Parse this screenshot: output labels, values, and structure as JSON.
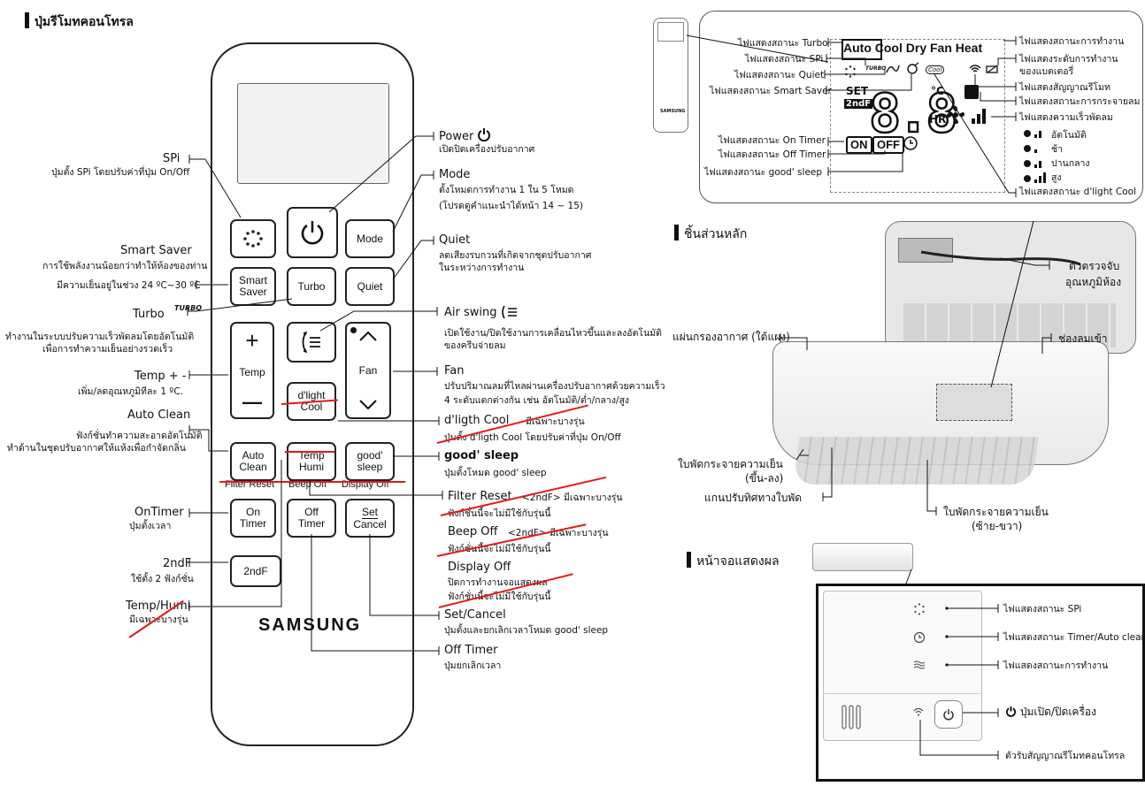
{
  "remote_section": {
    "heading": "ปุ่มรีโมทคอนโทรล",
    "buttons": {
      "mode": "Mode",
      "smart_saver_1": "Smart",
      "smart_saver_2": "Saver",
      "turbo": "Turbo",
      "quiet": "Quiet",
      "temp": "Temp",
      "plus": "+",
      "minus": "—",
      "fan": "Fan",
      "dlight_1": "d'light",
      "dlight_2": "Cool",
      "auto_clean_1": "Auto",
      "auto_clean_2": "Clean",
      "temp_humi_1": "Temp",
      "temp_humi_2": "Humi",
      "good_sleep_1": "good'",
      "good_sleep_2": "sleep",
      "filter_reset": "Filter Reset",
      "beep_off": "Beep Off",
      "display_off": "Display Off",
      "on_timer_1": "On",
      "on_timer_2": "Timer",
      "off_timer_1": "Off",
      "off_timer_2": "Timer",
      "set": "Set",
      "cancel": "Cancel",
      "second_f": "2ndF"
    },
    "brand": "SAMSUNG",
    "left_labels": [
      {
        "title": "SPi",
        "desc": "ปุ่มตั้ง SPi โดยปรับค่าที่ปุ่ม On/Off"
      },
      {
        "title": "Smart Saver",
        "desc": "การใช้พลังงานน้อยกว่าทำให้ห้องของท่าน",
        "desc2": "มีความเย็นอยู่ในช่วง 24 ºC~30 ºC"
      },
      {
        "title": "Turbo",
        "desc": "ทำงานในระบบปรับความเร็วพัดลมโดยอัตโนมัติ",
        "desc2": "เพื่อการทำความเย็นอย่างรวดเร็ว"
      },
      {
        "title": "Temp + -",
        "desc": "เพิ่ม/ลดอุณหภูมิทีละ 1 ºC."
      },
      {
        "title": "Auto Clean",
        "desc": "ฟังก์ชั่นทำความสะอาดอัตโนมัติ",
        "desc2": "ทำด้านในชุดปรับอากาศให้แห้งเพื่อกำจัดกลิ่น"
      },
      {
        "title": "OnTimer",
        "desc": "ปุ่มตั้งเวลา"
      },
      {
        "title": "2ndF",
        "desc": "ใช้ตั้ง 2 ฟังก์ชั่น"
      },
      {
        "title": "Temp/Humi",
        "desc": "มีเฉพาะบางรุ่น"
      }
    ],
    "right_labels": [
      {
        "title": "Power",
        "desc": "เปิดปิดเครื่องปรับอากาศ"
      },
      {
        "title": "Mode",
        "desc": "ตั้งโหมดการทำงาน 1 ใน 5 โหมด",
        "desc2": "(โปรดดูคำแนะนำได้หน้า 14 ~ 15)"
      },
      {
        "title": "Quiet",
        "desc": "ลดเสียงรบกวนที่เกิดจากชุดปรับอากาศ",
        "desc2": "ในระหว่างการทำงาน"
      },
      {
        "title": "Air swing",
        "desc": "เปิดใช้งาน/ปิดใช้งานการเคลื่อนไหวขึ้นและลงอัตโนมัติ",
        "desc2": "ของครีบจ่ายลม"
      },
      {
        "title": "Fan",
        "desc": "ปรับปริมาณลมที่ไหลผ่านเครื่องปรับอากาศด้วยความเร็ว",
        "desc2": "4 ระดับแตกต่างกัน เช่น อัตโนมัติ/ต่ำ/กลาง/สูง"
      },
      {
        "title": "d'ligth Cool",
        "note": "มีเฉพาะบางรุ่น",
        "desc": "ปุ่มตั้ง d'ligth Cool โดยปรับค่าที่ปุ่ม On/Off"
      },
      {
        "title": "good' sleep",
        "desc": "ปุ่มตั้งโหมด good' sleep"
      },
      {
        "title": "Filter Reset",
        "note": "<2ndF> มีเฉพาะบางรุ่น",
        "desc": "ฟังก์ชั่นนี้จะไม่มีใช้กับรุ่นนี้"
      },
      {
        "title": "Beep Off",
        "note": "<2ndF> มีเฉพาะบางรุ่น",
        "desc": "ฟังก์ชั่นนี้จะไม่มีใช้กับรุ่นนี้"
      },
      {
        "title": "Display Off",
        "desc": "ปิดการทำงานจอแสดงผล",
        "desc2": "ฟังก์ชั่นนี้จะไม่มีใช้กับรุ่นนี้"
      },
      {
        "title": "Set/Cancel",
        "desc": "ปุ่มตั้งและยกเลิกเวลาโหมด good' sleep"
      },
      {
        "title": "Off Timer",
        "desc": "ปุ่มยกเลิกเวลา"
      }
    ]
  },
  "lcd_section": {
    "modes": "Auto Cool Dry Fan Heat",
    "set": "SET",
    "second_f": "2ndF",
    "digits": "8.8",
    "unit_c": "°C",
    "unit_hr": "HR",
    "on": "ON",
    "off": "OFF",
    "left_labels": [
      "ไฟแสดงสถานะ Turbo",
      "ไฟแสดงสถานะ SPi",
      "ไฟแสดงสถานะ Quiet",
      "ไฟแสดงสถานะ Smart Saver",
      "ไฟแสดงสถานะ On Timer",
      "ไฟแสดงสถานะ Off Timer",
      "ไฟแสดงสถานะ good' sleep"
    ],
    "right_labels": [
      "ไฟแสดงสถานะการทำงาน",
      "ไฟแสดงระดับการทำงาน",
      "ของแบตเตอรี่",
      "ไฟแสดงสัญญาณรีโมท",
      "ไฟแสดงสถานะการกระจายลม",
      "ไฟแสดงความเร็วพัดลม",
      "อัตโนมัติ",
      "ช้า",
      "ปานกลาง",
      "สูง",
      "ไฟแสดงสถานะ d'light Cool"
    ],
    "mini_brand": "SAMSUNG"
  },
  "parts_section": {
    "heading": "ชิ้นส่วนหลัก",
    "labels": {
      "sensor": "ตัวตรวจจับ",
      "sensor2": "อุณหภูมิห้อง",
      "filter": "แผ่นกรองอากาศ (ใต้แผง)",
      "inlet": "ช่องลมเข้า",
      "blade_ud": "ใบพัดกระจายความเย็น",
      "blade_ud2": "(ขึ้น-ลง)",
      "axis": "แกนปรับทิศทางใบพัด",
      "blade_lr": "ใบพัดกระจายความเย็น",
      "blade_lr2": "(ซ้าย-ขวา)"
    }
  },
  "display_section": {
    "heading": "หน้าจอแสดงผล",
    "labels": {
      "spi": "ไฟแสดงสถานะ SPi",
      "timer": "ไฟแสดงสถานะ Timer/Auto clean",
      "operation": "ไฟแสดงสถานะการทำงาน",
      "power": "ปุ่มเปิด/ปิดเครื่อง",
      "receiver": "ตัวรับสัญญาณรีโมทคอนโทรล"
    }
  },
  "colors": {
    "strike": "#e21a1a",
    "ink": "#111111"
  }
}
